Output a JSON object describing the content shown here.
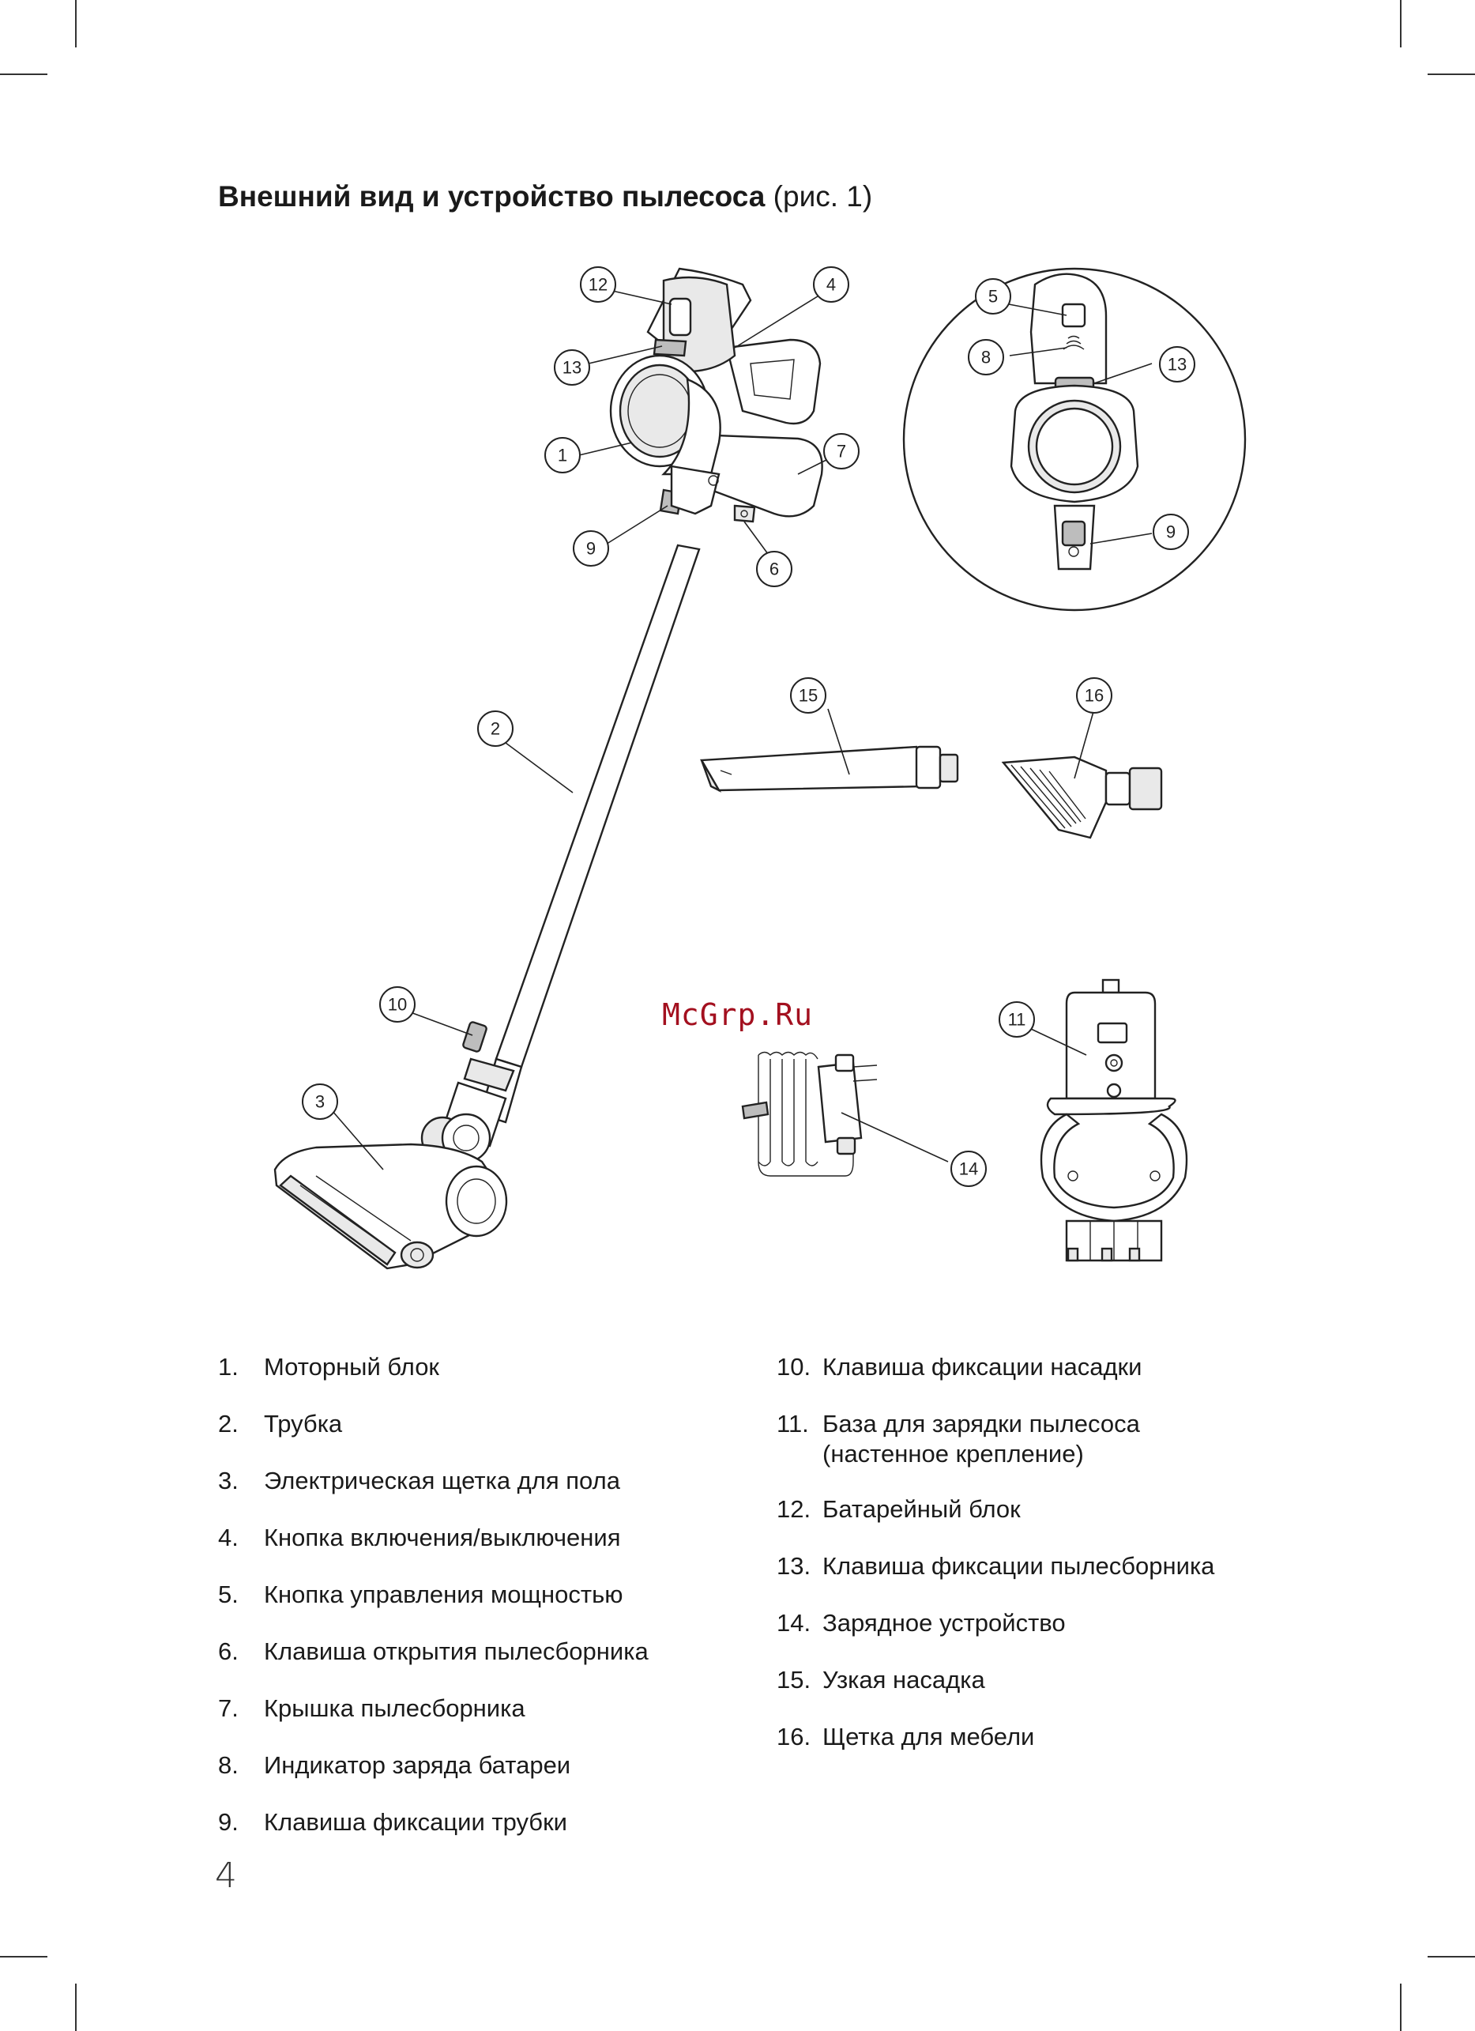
{
  "title": {
    "bold": "Внешний вид и устройство пылесоса",
    "figure_ref": "(рис. 1)"
  },
  "callouts": [
    "1",
    "2",
    "3",
    "4",
    "5",
    "6",
    "7",
    "8",
    "9",
    "10",
    "11",
    "12",
    "13",
    "14",
    "15",
    "16"
  ],
  "watermark": "McGrp.Ru",
  "legend_left": [
    {
      "num": "1.",
      "text": "Моторный блок"
    },
    {
      "num": "2.",
      "text": "Трубка"
    },
    {
      "num": "3.",
      "text": "Электрическая щетка для пола"
    },
    {
      "num": "4.",
      "text": "Кнопка включения/выключения"
    },
    {
      "num": "5.",
      "text": "Кнопка управления мощностью"
    },
    {
      "num": "6.",
      "text": "Клавиша открытия пылесборника"
    },
    {
      "num": "7.",
      "text": "Крышка пылесборника"
    },
    {
      "num": "8.",
      "text": "Индикатор заряда батареи"
    },
    {
      "num": "9.",
      "text": "Клавиша фиксации трубки"
    }
  ],
  "legend_right": [
    {
      "num": "10.",
      "text": "Клавиша фиксации насадки"
    },
    {
      "num": "11.",
      "text": "База для зарядки пылесоса",
      "text2": "(настенное крепление)"
    },
    {
      "num": "12.",
      "text": "Батарейный блок"
    },
    {
      "num": "13.",
      "text": "Клавиша фиксации пылесборника"
    },
    {
      "num": "14.",
      "text": "Зарядное устройство"
    },
    {
      "num": "15.",
      "text": "Узкая насадка"
    },
    {
      "num": "16.",
      "text": "Щетка для мебели"
    }
  ],
  "page_number": "4"
}
